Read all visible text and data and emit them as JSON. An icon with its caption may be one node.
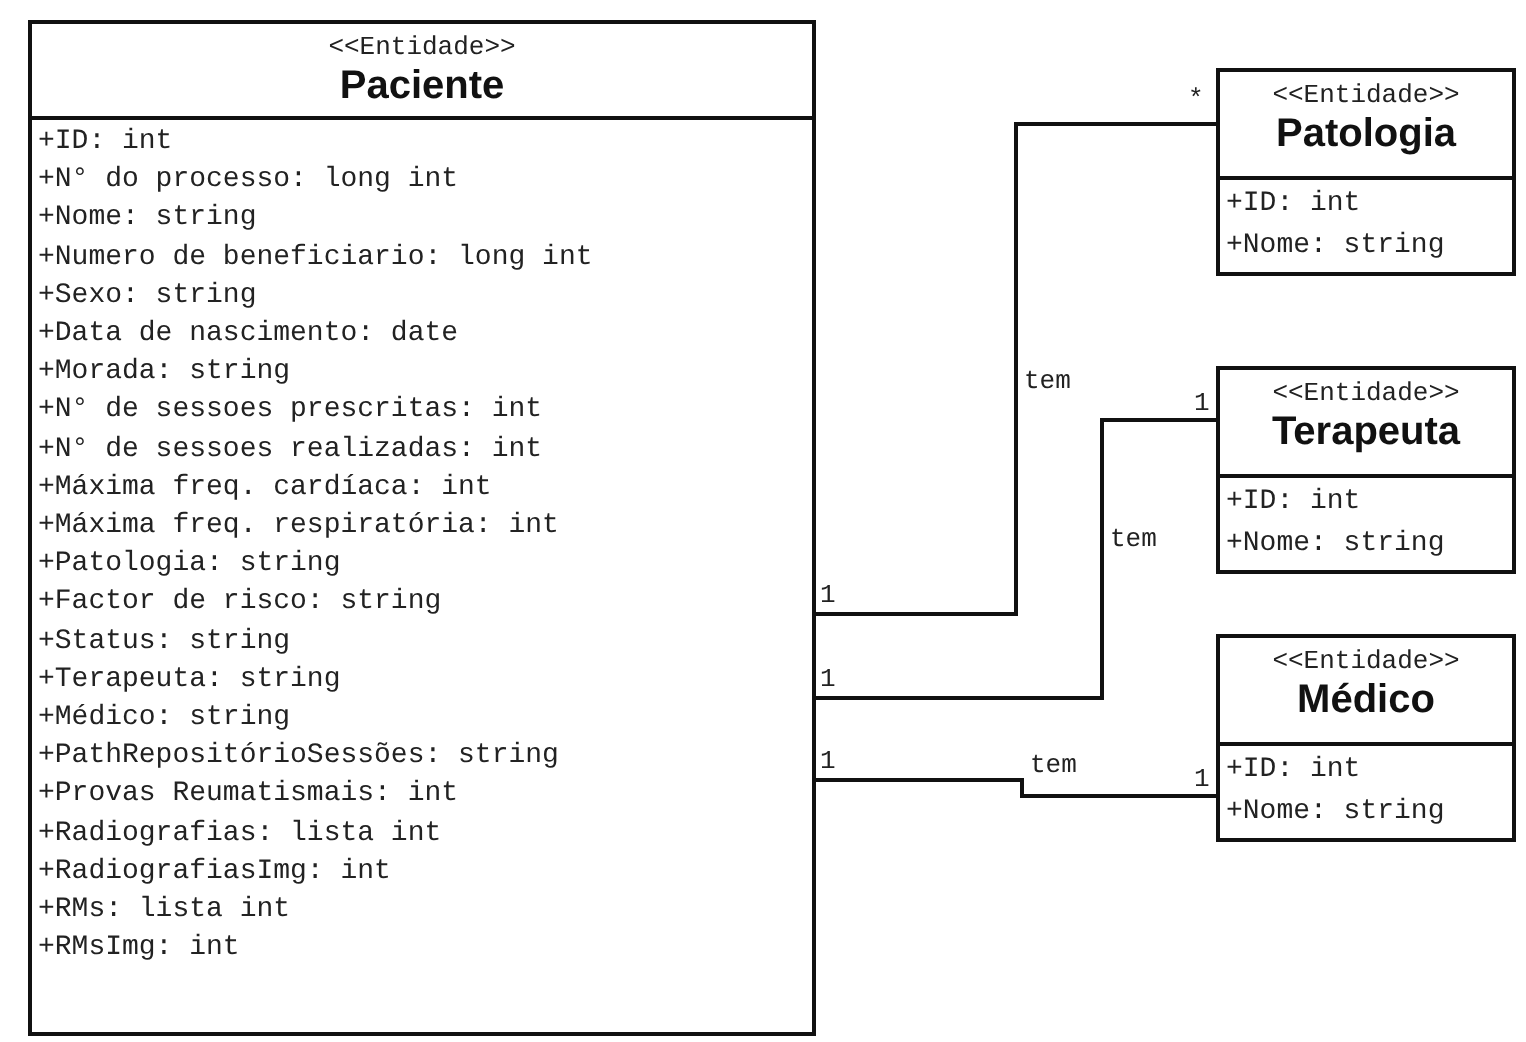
{
  "diagram": {
    "nodes": [
      {
        "text": [
          "<<Entidade>>",
          "Paciente",
          "+ID: int",
          "+N° do processo: long int",
          "+Nome: string",
          "+Numero de beneficiario: long int",
          "+Sexo: string",
          "+Data de nascimento: date",
          "+Morada: string",
          "+N° de sessoes prescritas: int",
          "+N° de sessoes realizadas: int",
          "+Máxima freq. cardíaca: int",
          "+Máxima freq. respiratória: int",
          "+Patologia: string",
          "+Factor de risco: string",
          "+Status: string",
          "+Terapeuta: string",
          "+Médico: string",
          "+PathRepositórioSessões: string",
          "+Provas Reumatismais: int",
          "+Radiografias: lista int",
          "+RadiografiasImg: int",
          "+RMs: lista int",
          "+RMsImg: int"
        ]
      },
      {
        "text": [
          "<<Entidade>>",
          "Patologia",
          "+ID: int",
          "+Nome: string"
        ]
      },
      {
        "text": [
          "<<Entidade>>",
          "Terapeuta",
          "+ID: int",
          "+Nome: string"
        ]
      },
      {
        "text": [
          "<<Entidade>>",
          "Médico",
          "+ID: int",
          "+Nome: string"
        ]
      }
    ],
    "edges": [
      {
        "from": 0,
        "to": 1,
        "arrow": "none",
        "label": "tem"
      },
      {
        "from": 0,
        "to": 2,
        "arrow": "none",
        "label": "tem"
      },
      {
        "from": 0,
        "to": 3,
        "arrow": "none",
        "label": "tem"
      }
    ],
    "labels": [
      "*",
      "1",
      "1",
      "1",
      "1",
      "1"
    ]
  }
}
